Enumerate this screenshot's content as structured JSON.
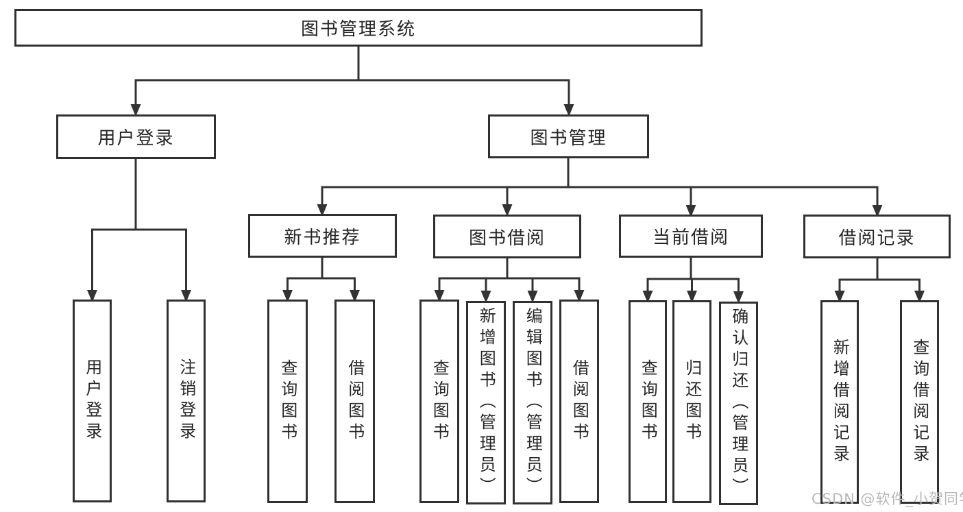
{
  "tree": {
    "label": "图书管理系统",
    "children": [
      {
        "label": "用户登录",
        "children": [
          {
            "label": "用户登录"
          },
          {
            "label": "注销登录"
          }
        ]
      },
      {
        "label": "图书管理",
        "children": [
          {
            "label": "新书推荐",
            "children": [
              {
                "label": "查询图书"
              },
              {
                "label": "借阅图书"
              }
            ]
          },
          {
            "label": "图书借阅",
            "children": [
              {
                "label": "查询图书"
              },
              {
                "label": "新增图书（管理员）"
              },
              {
                "label": "编辑图书（管理员）"
              },
              {
                "label": "借阅图书"
              }
            ]
          },
          {
            "label": "当前借阅",
            "children": [
              {
                "label": "查询图书"
              },
              {
                "label": "归还图书"
              },
              {
                "label": "确认归还（管理员）"
              }
            ]
          },
          {
            "label": "借阅记录",
            "children": [
              {
                "label": "新增借阅记录"
              },
              {
                "label": "查询借阅记录"
              }
            ]
          }
        ]
      }
    ]
  },
  "watermark": {
    "text": "CSDN @软件_小贺同学"
  },
  "colors": {
    "line": "#333333",
    "border": "#303030",
    "text": "#262626",
    "background": "#ffffff",
    "watermark": "#b9b9b9"
  }
}
